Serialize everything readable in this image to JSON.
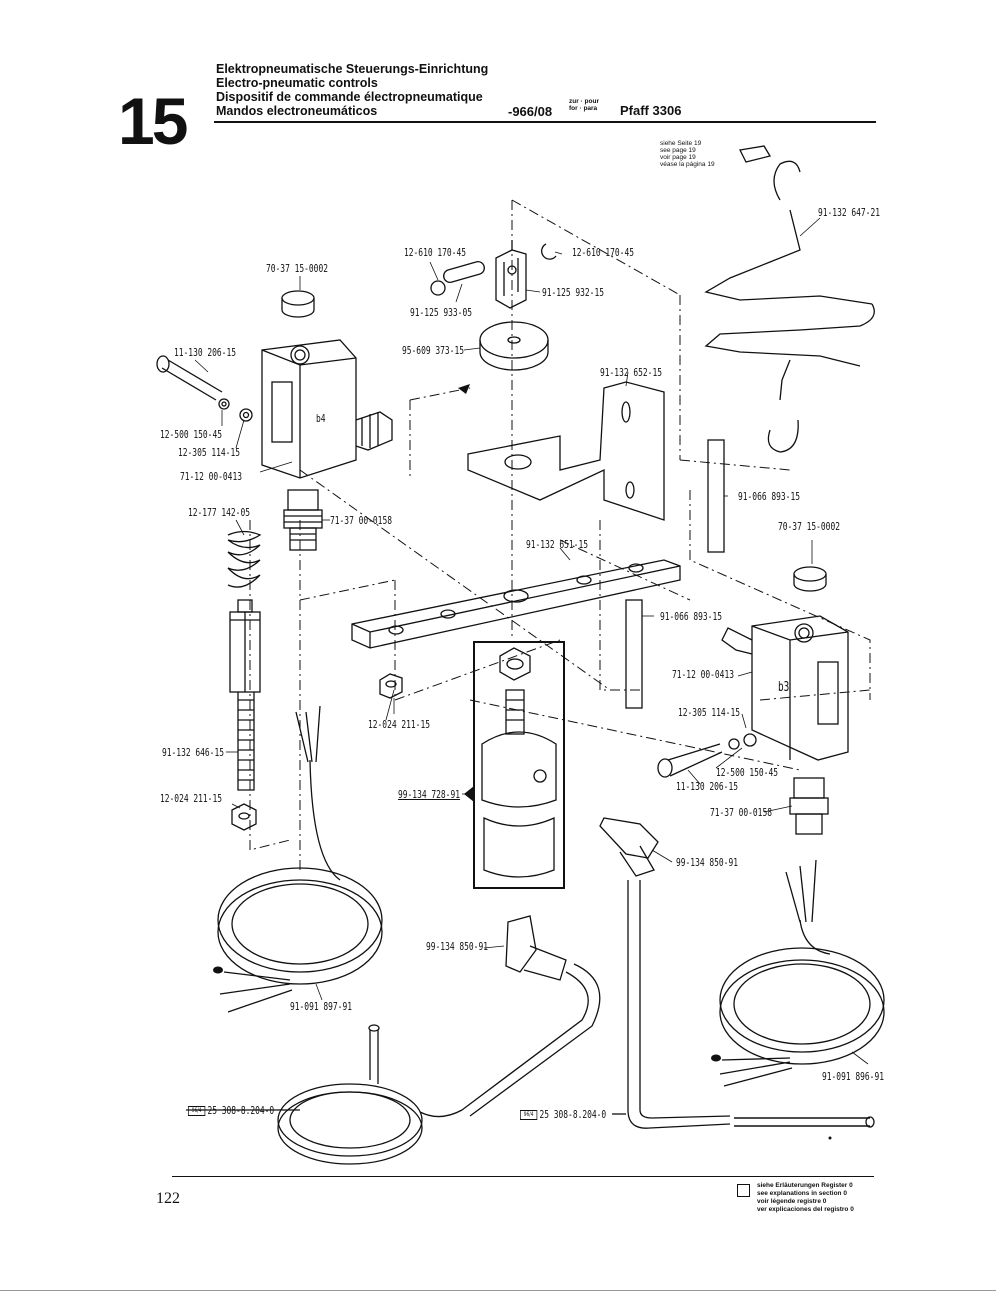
{
  "header": {
    "section_number": "15",
    "titles": [
      "Elektropneumatische Steuerungs-Einrichtung",
      "Electro-pneumatic controls",
      "Dispositif de commande électropneumatique",
      "Mandos electroneumáticos"
    ],
    "code": "-966/08",
    "for_labels": [
      "zur · pour",
      "for · para"
    ],
    "model": "Pfaff 3306"
  },
  "see_page_note": [
    "siehe Seite 19",
    "see page 19",
    "voir page 19",
    "véase la página 19"
  ],
  "component_labels": {
    "b4": "b4",
    "b3": "b3"
  },
  "parts": [
    {
      "id": "p1",
      "text": "70-37 15-0002"
    },
    {
      "id": "p2",
      "text": "11-130 206-15"
    },
    {
      "id": "p3",
      "text": "12-500 150-45"
    },
    {
      "id": "p4",
      "text": "12-305 114-15"
    },
    {
      "id": "p5",
      "text": "71-12 00-0413"
    },
    {
      "id": "p6",
      "text": "12-177 142-05"
    },
    {
      "id": "p7",
      "text": "71-37 00-0158"
    },
    {
      "id": "p8",
      "text": "12-610 170-45"
    },
    {
      "id": "p9",
      "text": "12-610 170-45"
    },
    {
      "id": "p10",
      "text": "91-125 933-05"
    },
    {
      "id": "p11",
      "text": "91-125 932-15"
    },
    {
      "id": "p12",
      "text": "95-609 373-15"
    },
    {
      "id": "p13",
      "text": "91-132 652-15"
    },
    {
      "id": "p14",
      "text": "91-132 647-21"
    },
    {
      "id": "p15",
      "text": "91-066 893-15"
    },
    {
      "id": "p16",
      "text": "70-37 15-0002"
    },
    {
      "id": "p17",
      "text": "91-132 651-15"
    },
    {
      "id": "p18",
      "text": "91-066 893-15"
    },
    {
      "id": "p19",
      "text": "71-12 00-0413"
    },
    {
      "id": "p20",
      "text": "12-305 114-15"
    },
    {
      "id": "p21",
      "text": "12-500 150-45"
    },
    {
      "id": "p22",
      "text": "11-130 206-15"
    },
    {
      "id": "p23",
      "text": "71-37 00-0158"
    },
    {
      "id": "p24",
      "text": "12-024 211-15"
    },
    {
      "id": "p25",
      "text": "91-132 646-15"
    },
    {
      "id": "p26",
      "text": "12-024 211-15"
    },
    {
      "id": "p27",
      "text": "99-134 728-91"
    },
    {
      "id": "p28",
      "text": "99-134 850-91"
    },
    {
      "id": "p29",
      "text": "99-134 850-91"
    },
    {
      "id": "p30",
      "text": "91-091 897-91"
    },
    {
      "id": "p31",
      "text": "91-091 896-91"
    },
    {
      "id": "p32",
      "text": "25 308-8.204-0",
      "tag": "96/4"
    },
    {
      "id": "p33",
      "text": "25 308-8.204-0",
      "tag": "96/4"
    }
  ],
  "footer": {
    "page_number": "122",
    "legend": [
      "siehe Erläuterungen Register 0",
      "see explanations in section 0",
      "voir légende registre 0",
      "ver explicaciones del registro 0"
    ]
  }
}
